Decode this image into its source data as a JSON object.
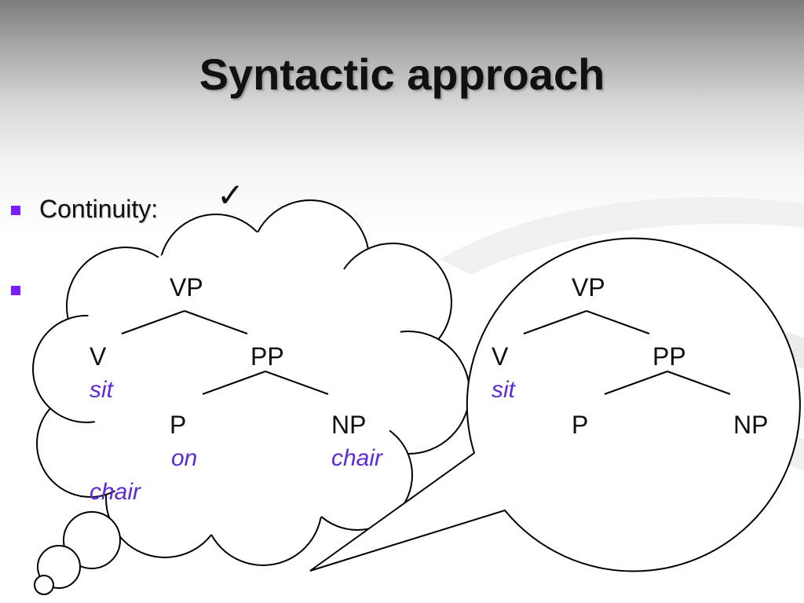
{
  "slide": {
    "title": "Syntactic approach",
    "bullets": [
      {
        "label": "Continuity:"
      },
      {
        "label": ""
      }
    ],
    "check_symbol": "✓"
  },
  "thought_tree": {
    "root": "VP",
    "v": "V",
    "v_word": "sit",
    "pp": "PP",
    "p": "P",
    "p_word": "on",
    "np": "NP",
    "np_word": "chair",
    "extra_word": "chair"
  },
  "speech_tree": {
    "root": "VP",
    "v": "V",
    "v_word": "sit",
    "pp": "PP",
    "p": "P",
    "np": "NP"
  },
  "colors": {
    "bullet": "#7b1fff",
    "word": "#5a2bd6",
    "text": "#111111"
  }
}
